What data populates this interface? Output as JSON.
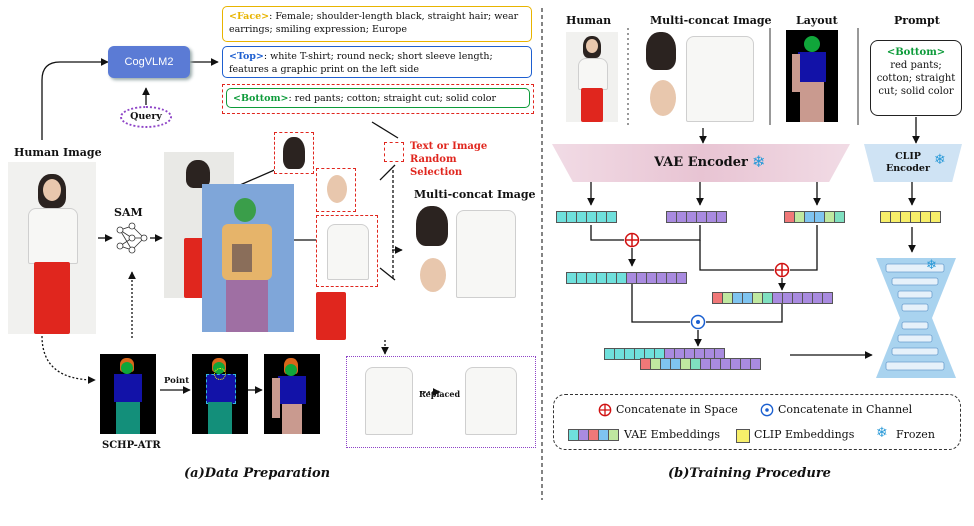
{
  "left": {
    "human_image_label": "Human Image",
    "cogvlm_label": "CogVLM2",
    "query_label": "Query",
    "sam_label": "SAM",
    "face_desc": {
      "tag": "<Face>",
      "text": ": Female;  shoulder-length  black, straight hair; wear earrings;  smiling expression; Europe"
    },
    "top_desc": {
      "tag": "<Top>",
      "text": ": white T-shirt; round neck; short sleeve length; features a graphic print on the left side"
    },
    "bottom_desc": {
      "tag": "<Bottom>",
      "text": ": red pants; cotton; straight cut; solid color"
    },
    "random_selection": "Text or Image Random Selection",
    "multiconcat_label": "Multi-concat Image",
    "schp_label": "SCHP-ATR",
    "point_label": "Point",
    "replaced_label": "Replaced",
    "caption_prefix": "(a)",
    "caption": "Data Preparation"
  },
  "right": {
    "col_human": "Human",
    "col_multiconcat": "Multi-concat Image",
    "col_layout": "Layout",
    "col_prompt": "Prompt",
    "prompt_tag": "<Bottom>",
    "prompt_text": "red pants; cotton; straight cut; solid color",
    "vae_encoder": "VAE Encoder",
    "clip_encoder": "CLIP Encoder",
    "legend_space": "Concatenate in Space",
    "legend_channel": "Concatenate in Channel",
    "legend_vae": "VAE Embeddings",
    "legend_clip": "CLIP Embeddings",
    "legend_frozen": "Frozen",
    "caption_prefix": "(b)",
    "caption": "Training Procedure"
  },
  "colors": {
    "face_tag": "#e8b400",
    "top_tag": "#1e5fd0",
    "bottom_tag": "#0d9b3a",
    "cogvlm": "#5b7bd5",
    "red_dashed": "#e0261e",
    "purple_dashed": "#8e44c7",
    "vae_pink": "#ecc8d6",
    "clip_blue": "#cfe3f4",
    "frozen": "#2a9ad8"
  },
  "icons": [
    "snowflake-icon",
    "concat-space-icon",
    "concat-channel-icon",
    "sam-network-icon"
  ]
}
